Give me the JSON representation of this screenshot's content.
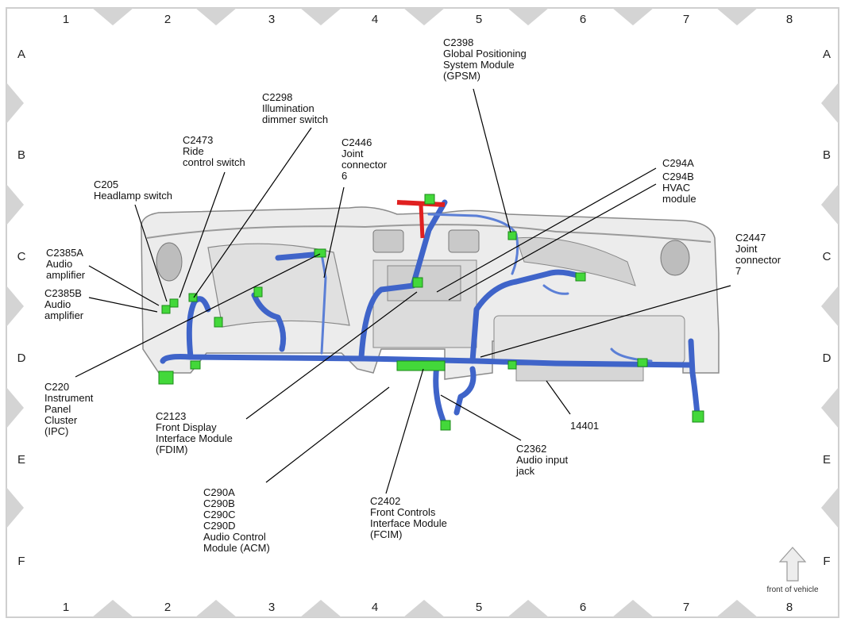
{
  "grid": {
    "columns": [
      "1",
      "2",
      "3",
      "4",
      "5",
      "6",
      "7",
      "8"
    ],
    "rows": [
      "A",
      "B",
      "C",
      "D",
      "E",
      "F"
    ]
  },
  "callouts": {
    "c2398": [
      "C2398",
      "Global Positioning",
      "System Module",
      "(GPSM)"
    ],
    "c2298": [
      "C2298",
      "Illumination",
      "dimmer switch"
    ],
    "c2473": [
      "C2473",
      "Ride",
      "control switch"
    ],
    "c2446": [
      "C2446",
      "Joint",
      "connector",
      "6"
    ],
    "c205": [
      "C205",
      "Headlamp switch"
    ],
    "c294": [
      "C294A",
      "C294B",
      "HVAC",
      "module"
    ],
    "c2385a": [
      "C2385A",
      "Audio",
      "amplifier"
    ],
    "c2385b": [
      "C2385B",
      "Audio",
      "amplifier"
    ],
    "c2447": [
      "C2447",
      "Joint",
      "connector",
      "7"
    ],
    "c220": [
      "C220",
      "Instrument",
      "Panel",
      "Cluster",
      "(IPC)"
    ],
    "c2123": [
      "C2123",
      "Front Display",
      "Interface Module",
      "(FDIM)"
    ],
    "p14401": [
      "14401"
    ],
    "c2362": [
      "C2362",
      "Audio input",
      "jack"
    ],
    "c2402": [
      "C2402",
      "Front Controls",
      "Interface Module",
      "(FCIM)"
    ],
    "c290": [
      "C290A",
      "C290B",
      "C290C",
      "C290D",
      "Audio Control",
      "Module (ACM)"
    ]
  },
  "front_label": "front of vehicle",
  "colors": {
    "harness": "#3f64c9",
    "connector": "#43d83a",
    "red_harness": "#e02020",
    "panel": "#e8e8e8"
  }
}
